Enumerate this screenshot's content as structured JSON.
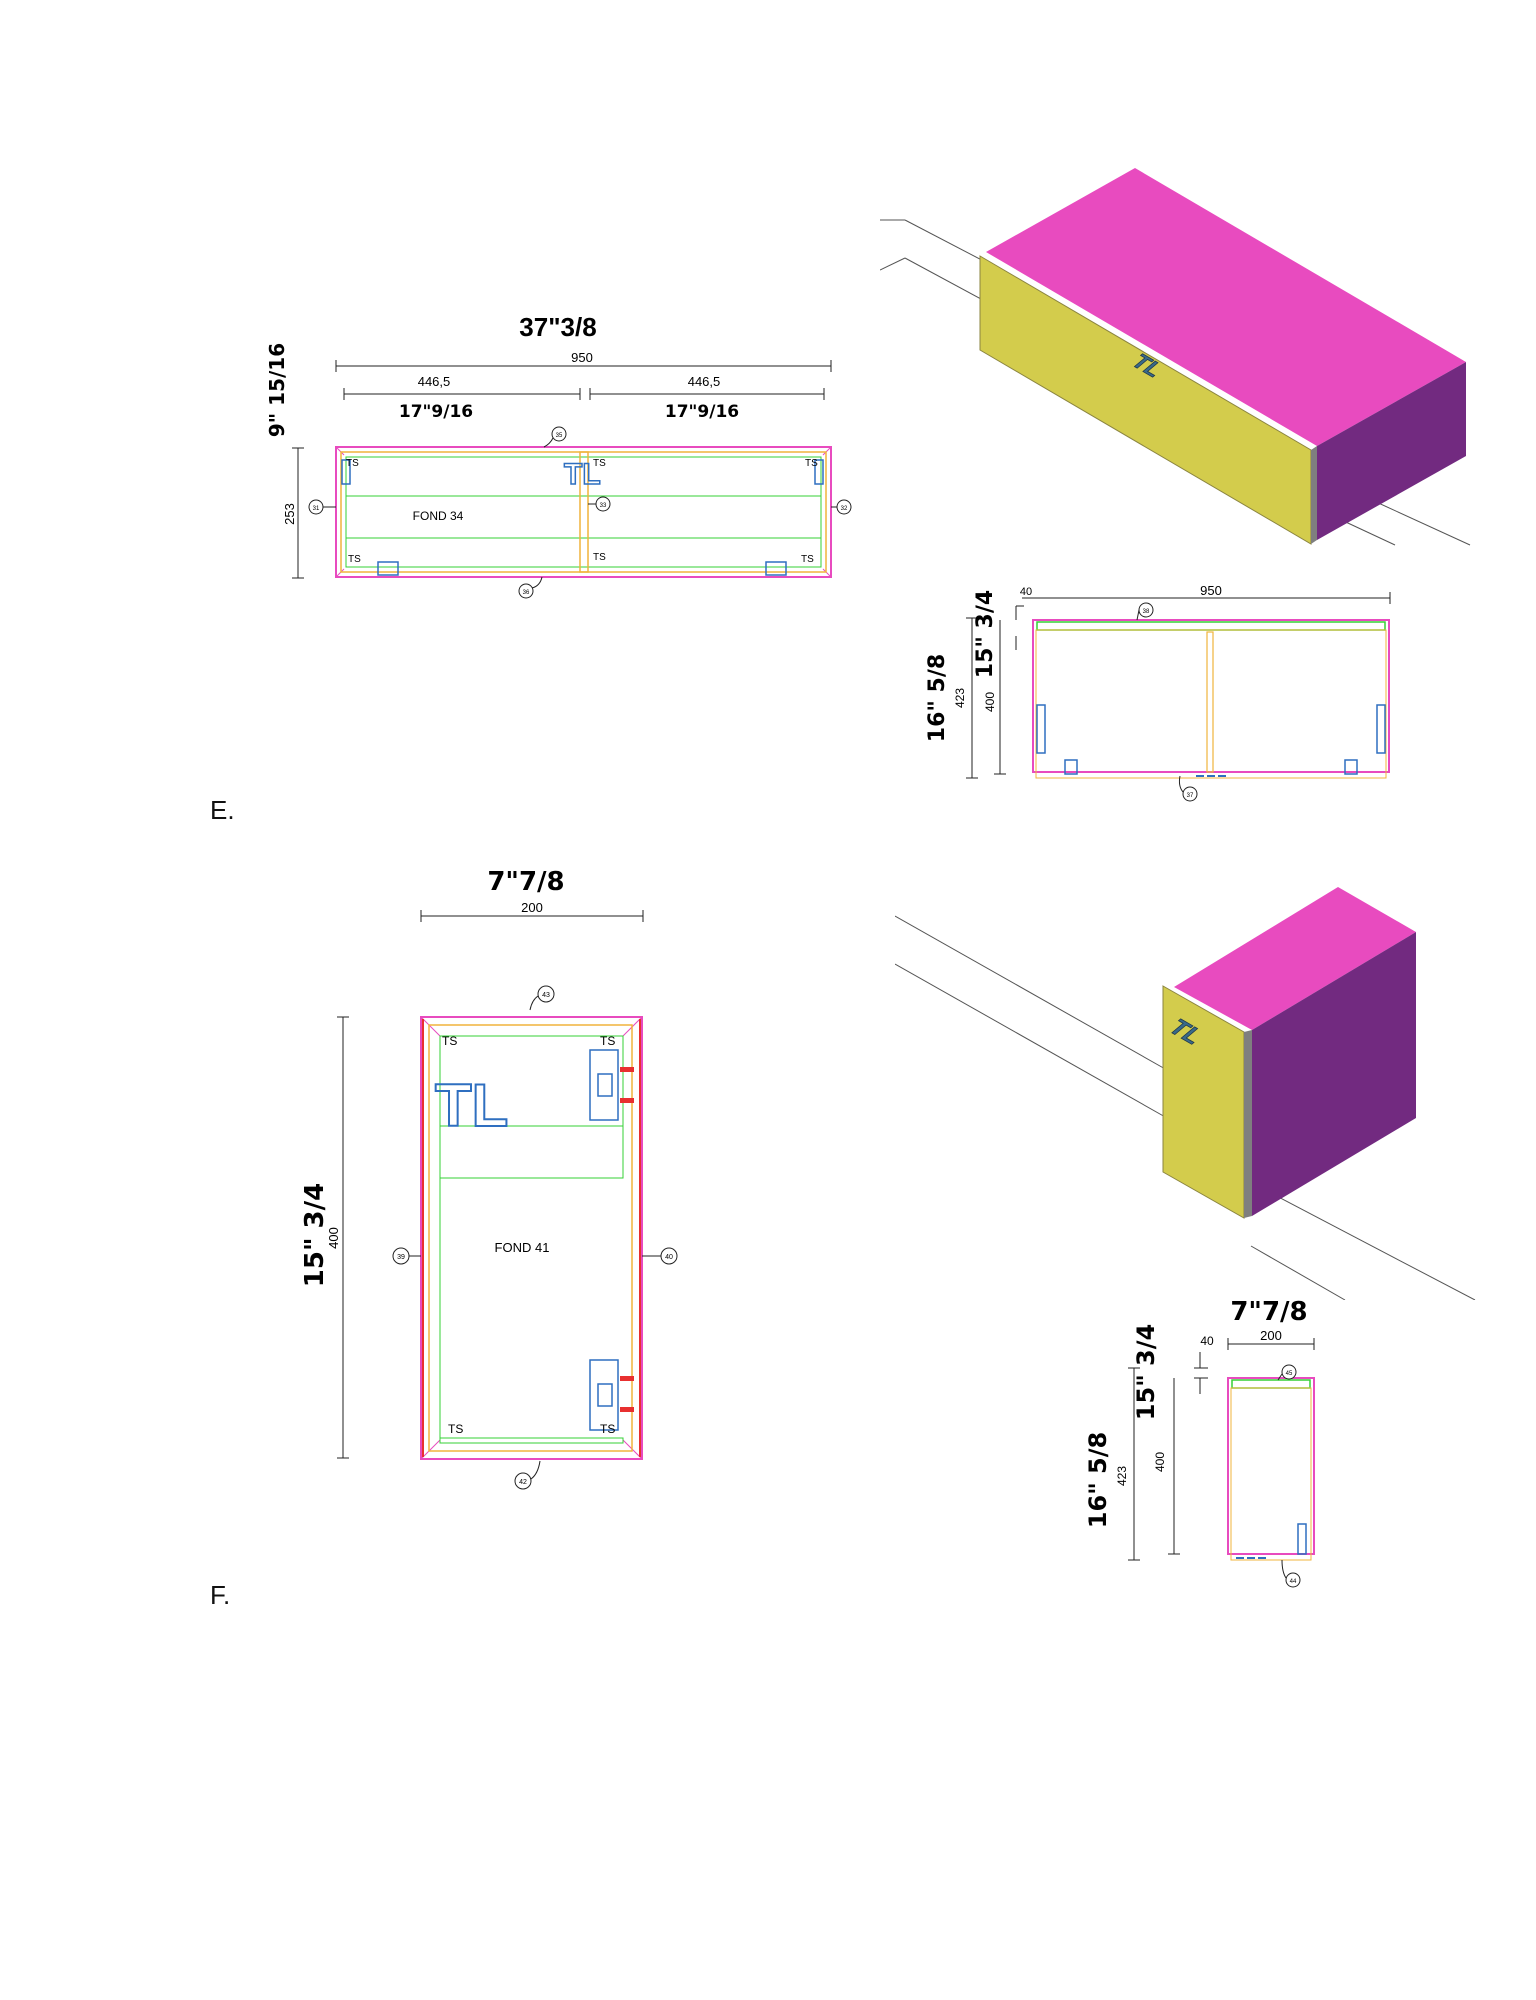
{
  "section_e": {
    "label": "E.",
    "plan": {
      "overall_frac": "37\"3/8",
      "overall_mm": "950",
      "left_mm": "446,5",
      "left_frac": "17\"9/16",
      "right_mm": "446,5",
      "right_frac": "17\"9/16",
      "height_frac": "9\" 15/16",
      "height_mm": "253",
      "fond": "FOND 34",
      "logo": "TL",
      "ts": "TS",
      "callout_top": "35",
      "callout_mid": "33",
      "callout_left": "31",
      "callout_right": "32",
      "callout_bottom": "36"
    },
    "iso_logo": "TL",
    "elevation": {
      "width_mm": "950",
      "offset_mm": "40",
      "total_frac": "16\" 5/8",
      "total_mm": "423",
      "inner_frac": "15\" 3/4",
      "inner_mm": "400",
      "callout_top": "38",
      "callout_bottom": "37"
    }
  },
  "section_f": {
    "label": "F.",
    "plan": {
      "width_frac": "7\"7/8",
      "width_mm": "200",
      "height_frac": "15\" 3/4",
      "height_mm": "400",
      "fond": "FOND 41",
      "logo": "TL",
      "ts": "TS",
      "callout_top": "43",
      "callout_left": "39",
      "callout_right": "40",
      "callout_bottom": "42"
    },
    "iso_logo": "TL",
    "elevation": {
      "width_frac": "7\"7/8",
      "width_mm": "200",
      "offset_mm": "40",
      "total_frac": "16\" 5/8",
      "total_mm": "423",
      "inner_frac": "15\" 3/4",
      "inner_mm": "400",
      "callout_top": "45",
      "callout_bottom": "44"
    }
  },
  "colors": {
    "magenta": "#e84bbf",
    "purple": "#722a80",
    "yellow": "#d3cc4c",
    "green": "#35d035",
    "orange": "#f0b43c",
    "blue": "#2f6fc0",
    "red": "#e83030"
  }
}
